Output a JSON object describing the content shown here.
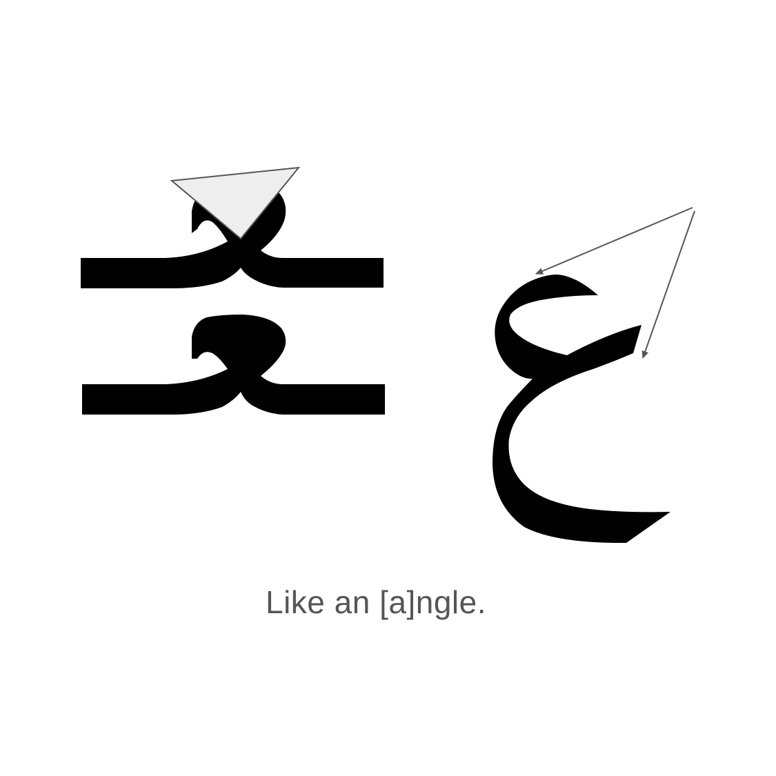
{
  "caption": "Like an [a]ngle.",
  "colors": {
    "glyph": "#000000",
    "annotation": "#555555",
    "triangle_fill": "#eeeeee"
  },
  "figures": [
    {
      "name": "ain-medial-form-with-triangle",
      "letter": "ع",
      "form": "medial"
    },
    {
      "name": "ain-medial-form",
      "letter": "ع",
      "form": "medial"
    },
    {
      "name": "ain-isolated-form-with-arrows",
      "letter": "ع",
      "form": "isolated"
    }
  ]
}
